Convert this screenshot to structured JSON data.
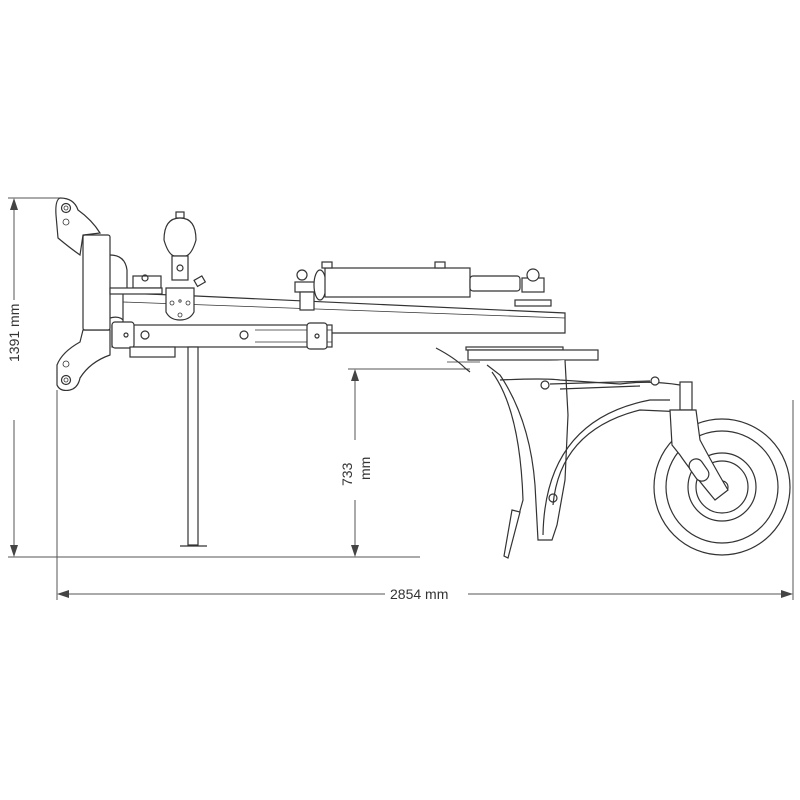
{
  "dimensions": {
    "overall_height": "1391 mm",
    "clearance_value": "733",
    "clearance_unit": "mm",
    "overall_length": "2854 mm"
  },
  "colors": {
    "line": "#333333",
    "background": "#ffffff"
  }
}
